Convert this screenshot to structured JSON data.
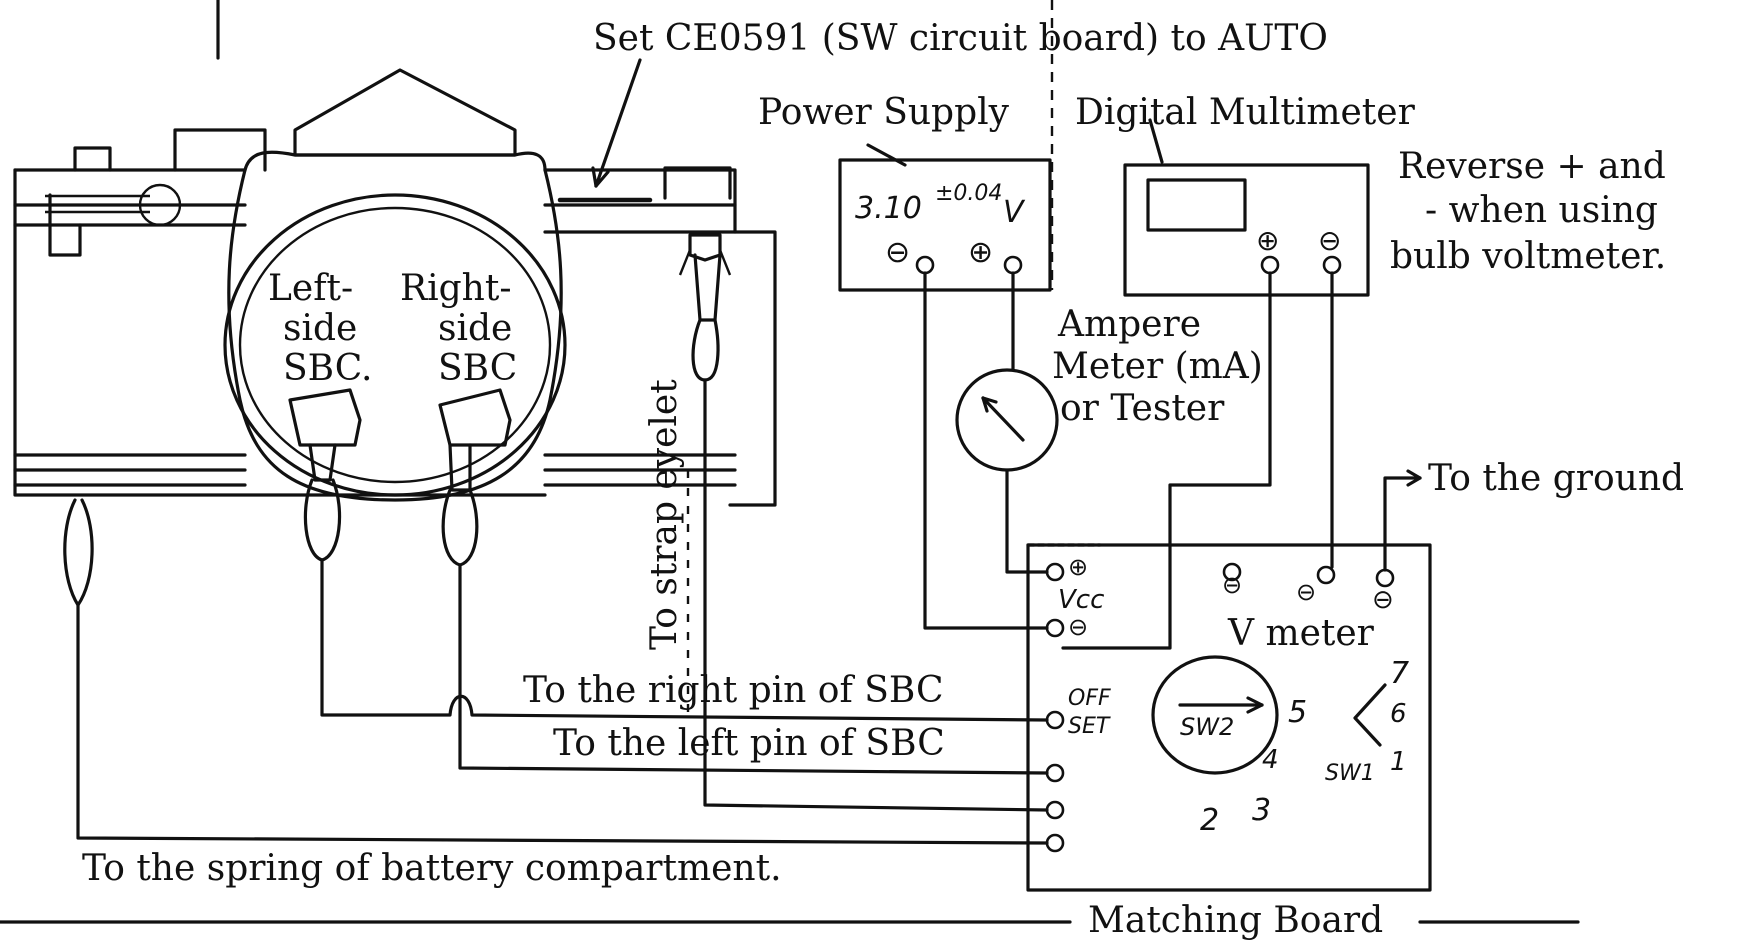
{
  "labels": {
    "set_auto": "Set CE0591 (SW circuit board) to AUTO",
    "power_supply": "Power Supply",
    "digital_multimeter": "Digital Multimeter",
    "reverse_1": "Reverse + and",
    "reverse_2": "- when using",
    "reverse_3": "bulb voltmeter.",
    "left_sbc_1": "Left-",
    "left_sbc_2": "side",
    "left_sbc_3": "SBC.",
    "right_sbc_1": "Right-",
    "right_sbc_2": "side",
    "right_sbc_3": "SBC",
    "strap_eyelet": "To strap eyelet",
    "ampere_1": "Ampere",
    "ampere_2": "Meter (mA)",
    "ampere_3": "or Tester",
    "to_ground": "To the ground",
    "right_pin": "To the right pin of SBC",
    "left_pin": "To the left pin of SBC",
    "spring": "To the spring of battery compartment.",
    "matching_board": "Matching Board",
    "v_meter": "V meter"
  },
  "handwriting": {
    "psu_voltage": "3.10",
    "psu_tolerance": "±0.04",
    "psu_unit": "V",
    "vcc": "Vcc",
    "sw2": "SW2",
    "sw1": "SW1",
    "off": "OFF",
    "set": "SET",
    "n1": "1",
    "n2": "2",
    "n3": "3",
    "n4": "4",
    "n5": "5",
    "n6": "6",
    "n7": "7",
    "plus": "⊕",
    "minus": "⊖"
  }
}
